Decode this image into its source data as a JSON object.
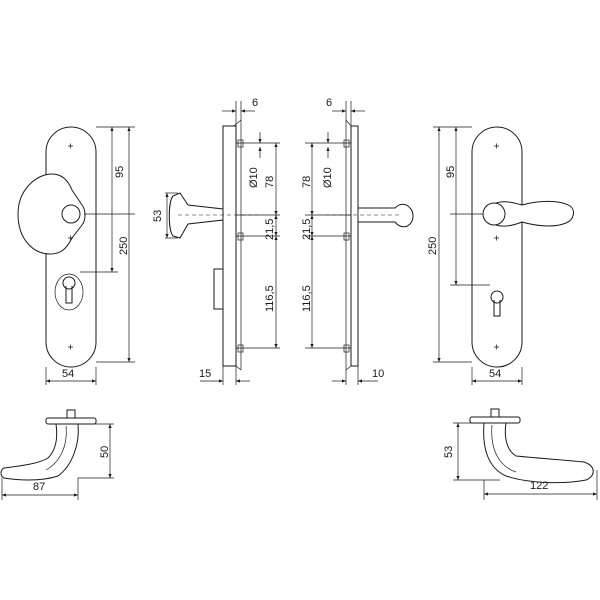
{
  "dimensions": {
    "front_left_width": "54",
    "front_left_95": "95",
    "front_left_250": "250",
    "side_left_6": "6",
    "side_left_d10": "Ø10",
    "side_left_78": "78",
    "side_left_21_5": "21,5",
    "side_left_116_5": "116,5",
    "side_left_53": "53",
    "side_left_15": "15",
    "side_right_6": "6",
    "side_right_d10": "Ø10",
    "side_right_78": "78",
    "side_right_21_5": "21,5",
    "side_right_116_5": "116,5",
    "side_right_10": "10",
    "front_right_95": "95",
    "front_right_250": "250",
    "front_right_width": "54",
    "knob_top_50": "50",
    "knob_top_87": "87",
    "lever_top_53": "53",
    "lever_top_122": "122"
  }
}
